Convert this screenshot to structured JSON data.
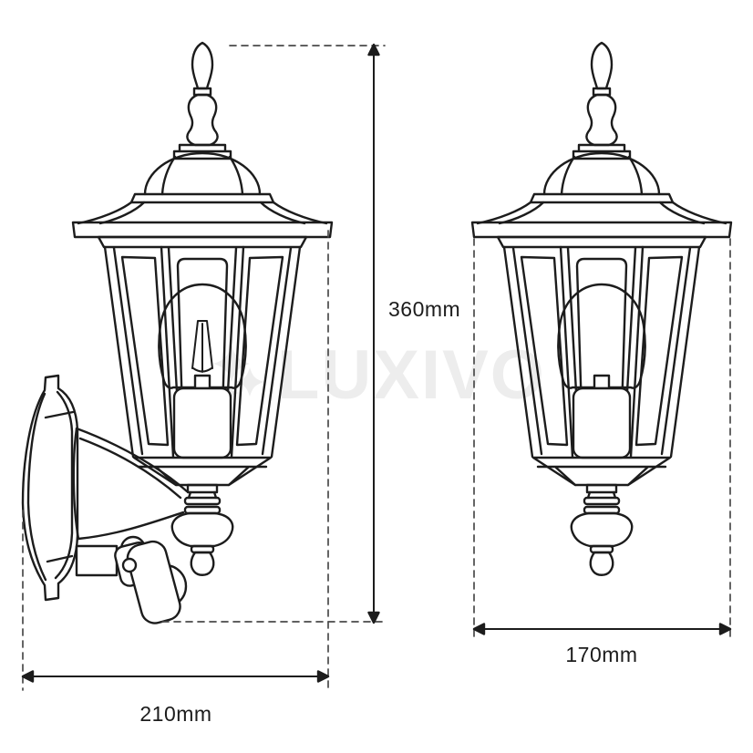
{
  "diagram": {
    "kind": "product dimension line drawing",
    "product": "outdoor wall lantern with motion sensor",
    "dimensions": {
      "height": {
        "value": "360mm"
      },
      "width_total": {
        "value": "210mm"
      },
      "width_lantern": {
        "value": "170mm"
      }
    },
    "watermark": {
      "text": "LUXIVO",
      "icon": "sparkle-bulb-icon",
      "color": "#ededed"
    },
    "colors": {
      "background": "#ffffff",
      "line": "#1c1c1c",
      "dashed_line": "#4a4a4a",
      "label_text": "#1c1c1c"
    }
  }
}
